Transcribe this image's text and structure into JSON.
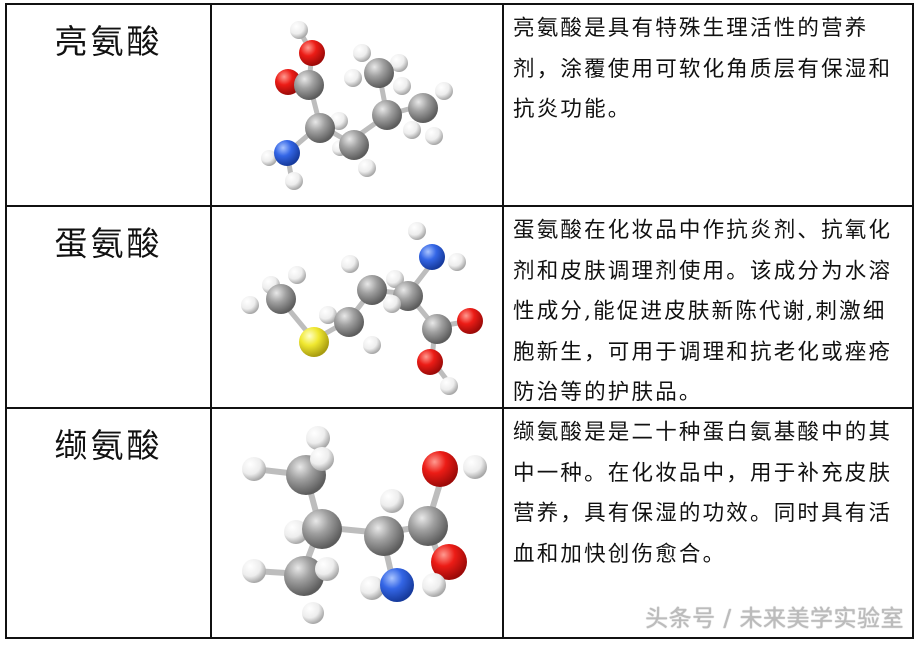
{
  "table": {
    "rows": [
      {
        "name": "亮氨酸",
        "molecule_image": "leucine-ball-and-stick-model",
        "description": "亮氨酸是具有特殊生理活性的营养剂，涂覆使用可软化角质层有保湿和抗炎功能。"
      },
      {
        "name": "蛋氨酸",
        "molecule_image": "methionine-ball-and-stick-model",
        "description": "蛋氨酸在化妆品中作抗炎剂、抗氧化剂和皮肤调理剂使用。该成分为水溶性成分,能促进皮肤新陈代谢,刺激细胞新生，可用于调理和抗老化或痤疮防治等的护肤品。"
      },
      {
        "name": "缬氨酸",
        "molecule_image": "valine-ball-and-stick-model",
        "description": "缬氨酸是是二十种蛋白氨基酸中的其中一种。在化妆品中，用于补充皮肤营养，具有保湿的功效。同时具有活血和加快创伤愈合。"
      }
    ]
  },
  "watermark": "头条号 / 未来美学实验室",
  "colors": {
    "carbon": "#8f8f8f",
    "hydrogen": "#f2f2f2",
    "oxygen": "#e0201c",
    "nitrogen": "#2f62e0",
    "sulfur": "#e8e030",
    "border": "#111111"
  }
}
